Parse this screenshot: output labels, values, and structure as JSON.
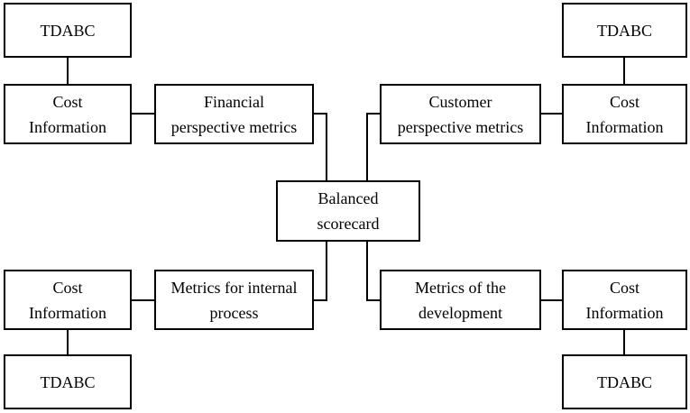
{
  "diagram": {
    "center": {
      "line1": "Balanced",
      "line2": "scorecard"
    },
    "top_left": {
      "tdabc": "TDABC",
      "cost": {
        "line1": "Cost",
        "line2": "Information"
      },
      "metric": {
        "line1": "Financial",
        "line2": "perspective metrics"
      }
    },
    "top_right": {
      "tdabc": "TDABC",
      "cost": {
        "line1": "Cost",
        "line2": "Information"
      },
      "metric": {
        "line1": "Customer",
        "line2": "perspective metrics"
      }
    },
    "bottom_left": {
      "tdabc": "TDABC",
      "cost": {
        "line1": "Cost",
        "line2": "Information"
      },
      "metric": {
        "line1": "Metrics for internal",
        "line2": "process"
      }
    },
    "bottom_right": {
      "tdabc": "TDABC",
      "cost": {
        "line1": "Cost",
        "line2": "Information"
      },
      "metric": {
        "line1": "Metrics of the",
        "line2": "development"
      }
    }
  }
}
